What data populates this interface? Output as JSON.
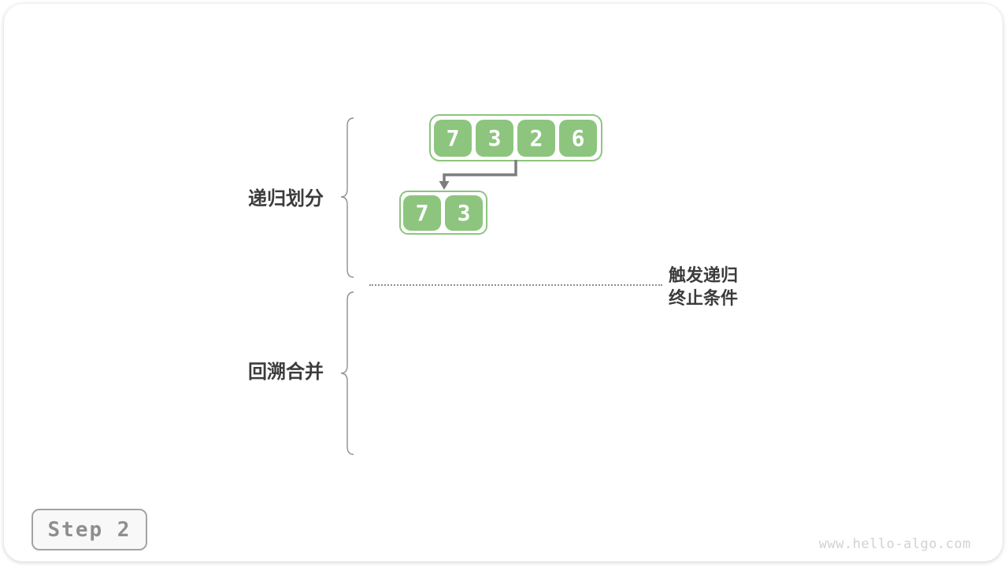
{
  "labels": {
    "divide_phase": "递归划分",
    "merge_phase": "回溯合并",
    "termination_line1": "触发递归",
    "termination_line2": "终止条件"
  },
  "arrays": {
    "full": [
      "7",
      "3",
      "2",
      "6"
    ],
    "left_half": [
      "7",
      "3"
    ]
  },
  "step": {
    "label": "Step 2"
  },
  "watermark": "www.hello-algo.com",
  "colors": {
    "green": "#8DC57F",
    "arrow-gray": "#7d7d7d",
    "brace-gray": "#8f8f8f",
    "label-dark": "#3c3c3c"
  }
}
